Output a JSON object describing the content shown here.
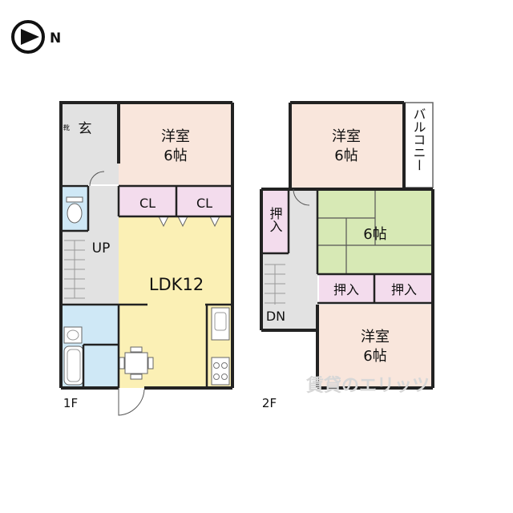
{
  "compass": {
    "label": "N",
    "icon": "north-arrow-icon"
  },
  "floor1": {
    "label": "1F",
    "rooms": {
      "entrance": "玄",
      "shoe_box": "靴",
      "western_room": {
        "name": "洋室",
        "size": "6帖"
      },
      "closet_left": "CL",
      "closet_right": "CL",
      "stairs": "UP",
      "ldk": "LDK12"
    }
  },
  "floor2": {
    "label": "2F",
    "rooms": {
      "western_room_top": {
        "name": "洋室",
        "size": "6帖"
      },
      "balcony": "バルコニー",
      "storage_left": "押入",
      "japanese_room": "6帖",
      "storage_mid": "押入",
      "storage_right": "押入",
      "stairs": "DN",
      "western_room_bottom": {
        "name": "洋室",
        "size": "6帖"
      }
    }
  },
  "watermark": "賃貸のエリッツ",
  "colors": {
    "western_room": "#f9e6dc",
    "japanese_room": "#d7e9b5",
    "ldk": "#fbf0b5",
    "closet": "#f3dced",
    "water": "#cfe8f6",
    "hall": "#e2e2e2",
    "wall": "#222222"
  }
}
